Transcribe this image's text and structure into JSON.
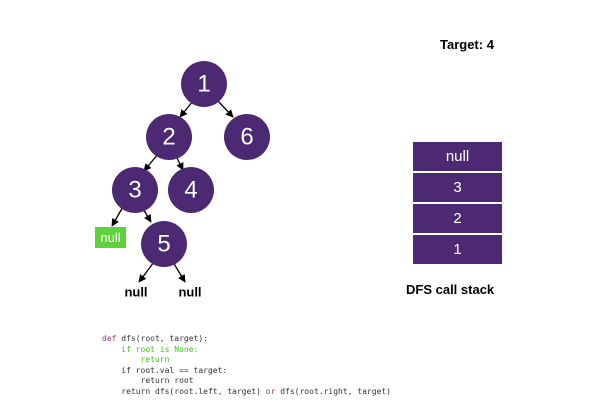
{
  "target_label": "Target: 4",
  "tree": {
    "colors": {
      "node": "#4b2a73",
      "visited_null": "#5fd13a",
      "edge": "#000000"
    },
    "nodes": [
      {
        "id": "n1",
        "label": "1"
      },
      {
        "id": "n2",
        "label": "2"
      },
      {
        "id": "n6",
        "label": "6"
      },
      {
        "id": "n3",
        "label": "3"
      },
      {
        "id": "n4",
        "label": "4"
      },
      {
        "id": "n5",
        "label": "5"
      }
    ],
    "nulls": [
      {
        "id": "null-left-of-3",
        "label": "null",
        "highlighted": true
      },
      {
        "id": "null-left-of-5",
        "label": "null",
        "highlighted": false
      },
      {
        "id": "null-right-of-5",
        "label": "null",
        "highlighted": false
      }
    ]
  },
  "call_stack": {
    "caption": "DFS call stack",
    "items": [
      "null",
      "3",
      "2",
      "1"
    ]
  },
  "code": {
    "lines": [
      {
        "indent": 0,
        "text": "def dfs(root, target):",
        "style": "def"
      },
      {
        "indent": 1,
        "text": "if root is None:",
        "style": "highlight"
      },
      {
        "indent": 2,
        "text": "return",
        "style": "highlight"
      },
      {
        "indent": 1,
        "text": "if root.val == target:",
        "style": "normal"
      },
      {
        "indent": 2,
        "text": "return root",
        "style": "normal"
      },
      {
        "indent": 1,
        "text": "return dfs(root.left, target) or dfs(root.right, target)",
        "style": "return-or"
      }
    ]
  }
}
